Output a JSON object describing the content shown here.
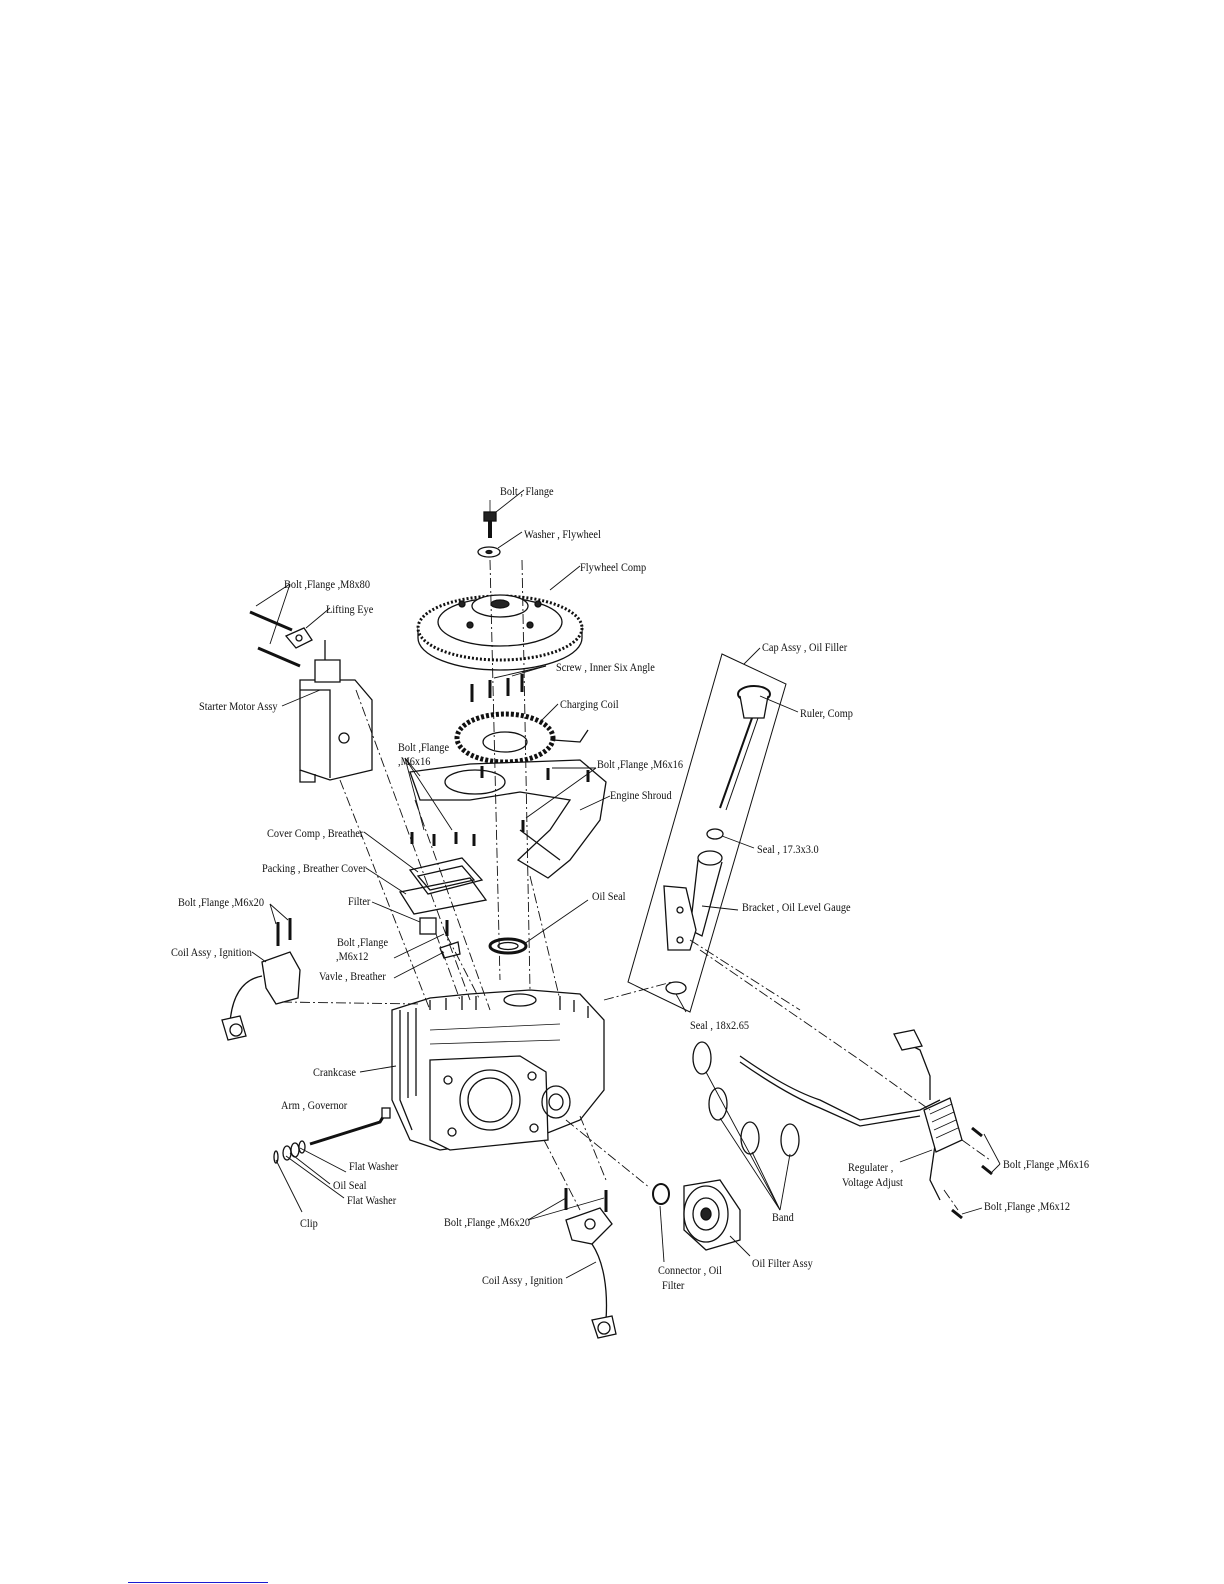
{
  "labels": {
    "bolt_flange": "Bolt , Flange",
    "washer_flywheel": "Washer , Flywheel",
    "flywheel_comp": "Flywheel Comp",
    "bolt_flange_m8x80": "Bolt ,Flange ,M8x80",
    "lifting_eye": "Lifting Eye",
    "starter_motor_assy": "Starter Motor Assy",
    "screw_inner_six_angle": "Screw , Inner Six Angle",
    "charging_coil": "Charging Coil",
    "cap_assy_oil_filler": "Cap Assy , Oil Filler",
    "ruler_comp": "Ruler, Comp",
    "bolt_flange_m6x16_left_1": "Bolt ,Flange",
    "bolt_flange_m6x16_left_2": ",M6x16",
    "bolt_flange_m6x16_right": "Bolt ,Flange ,M6x16",
    "engine_shroud": "Engine Shroud",
    "cover_comp_breather": "Cover Comp , Breather",
    "seal_17": "Seal , 17.3x3.0",
    "packing_breather_cover": "Packing , Breather Cover",
    "filter": "Filter",
    "oil_seal_top": "Oil Seal",
    "bolt_flange_m6x20_left": "Bolt ,Flange ,M6x20",
    "bracket_oil_level_gauge": "Bracket , Oil Level Gauge",
    "coil_assy_ignition_left": "Coil Assy , Ignition",
    "bolt_flange_m6x12_mid_1": "Bolt ,Flange",
    "bolt_flange_m6x12_mid_2": ",M6x12",
    "vavle_breather": "Vavle , Breather",
    "seal_18": "Seal , 18x2.65",
    "crankcase": "Crankcase",
    "arm_governor": "Arm , Governor",
    "flat_washer_1": "Flat Washer",
    "oil_seal_bottom": "Oil Seal",
    "flat_washer_2": "Flat Washer",
    "clip": "Clip",
    "regulater_1": "Regulater ,",
    "regulater_2": "Voltage Adjust",
    "bolt_flange_m6x16_reg": "Bolt ,Flange ,M6x16",
    "bolt_flange_m6x12_reg": "Bolt ,Flange ,M6x12",
    "band": "Band",
    "bolt_flange_m6x20_bottom": "Bolt ,Flange ,M6x20",
    "connector_oil_filter_1": "Connector , Oil",
    "connector_oil_filter_2": "Filter",
    "oil_filter_assy": "Oil Filter Assy",
    "coil_assy_ignition_bottom": "Coil Assy , Ignition"
  },
  "colors": {
    "line": "#111111",
    "footer_rule": "#1b1bd0"
  }
}
